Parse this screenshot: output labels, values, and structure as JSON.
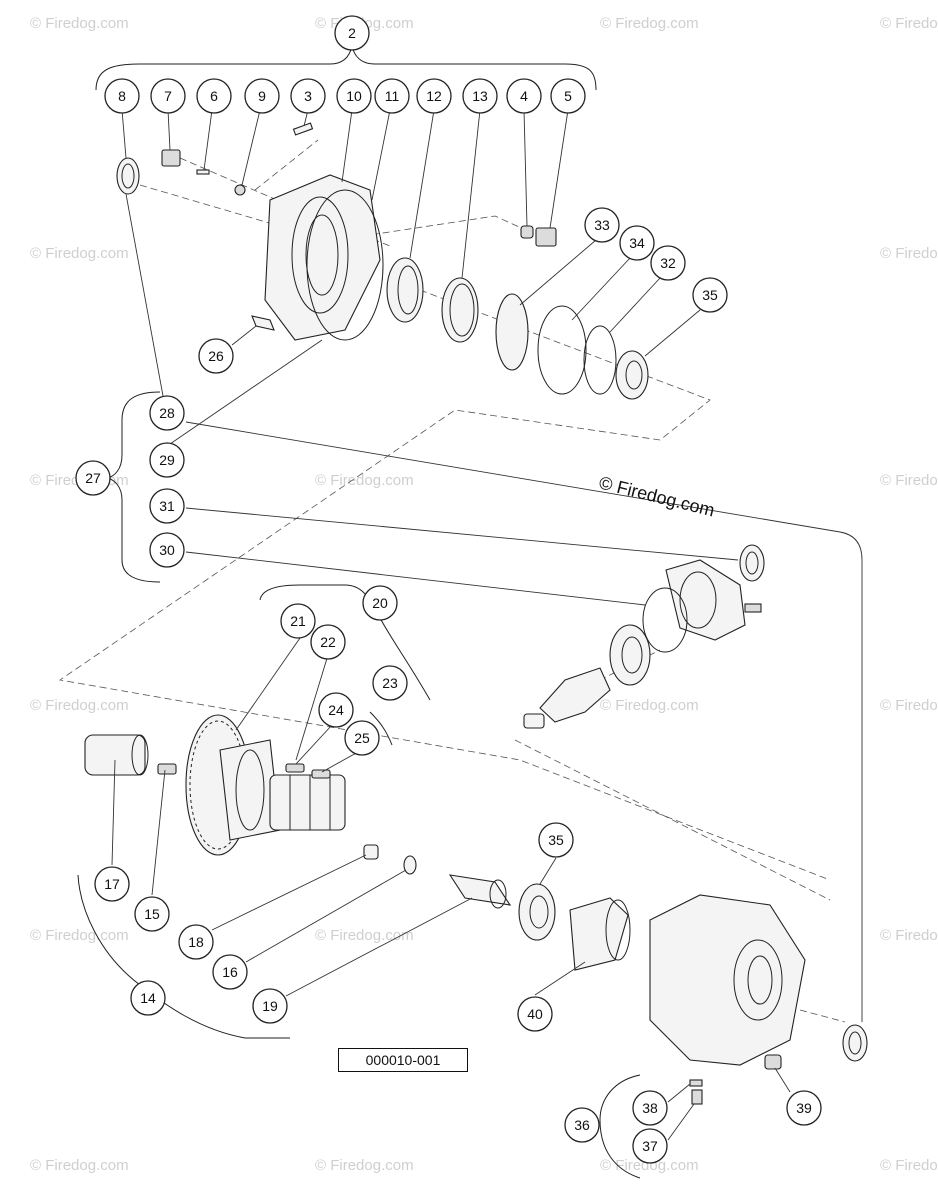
{
  "diagram": {
    "callouts": [
      "2",
      "8",
      "7",
      "6",
      "9",
      "3",
      "10",
      "11",
      "12",
      "13",
      "4",
      "5",
      "33",
      "34",
      "32",
      "35",
      "26",
      "28",
      "29",
      "27",
      "31",
      "30",
      "20",
      "21",
      "22",
      "23",
      "24",
      "25",
      "17",
      "15",
      "18",
      "16",
      "14",
      "19",
      "35",
      "40",
      "36",
      "38",
      "37",
      "39"
    ],
    "watermark": "© Firedog.com",
    "copyright": "© Firedog.com",
    "reference_code": "000010-001"
  }
}
